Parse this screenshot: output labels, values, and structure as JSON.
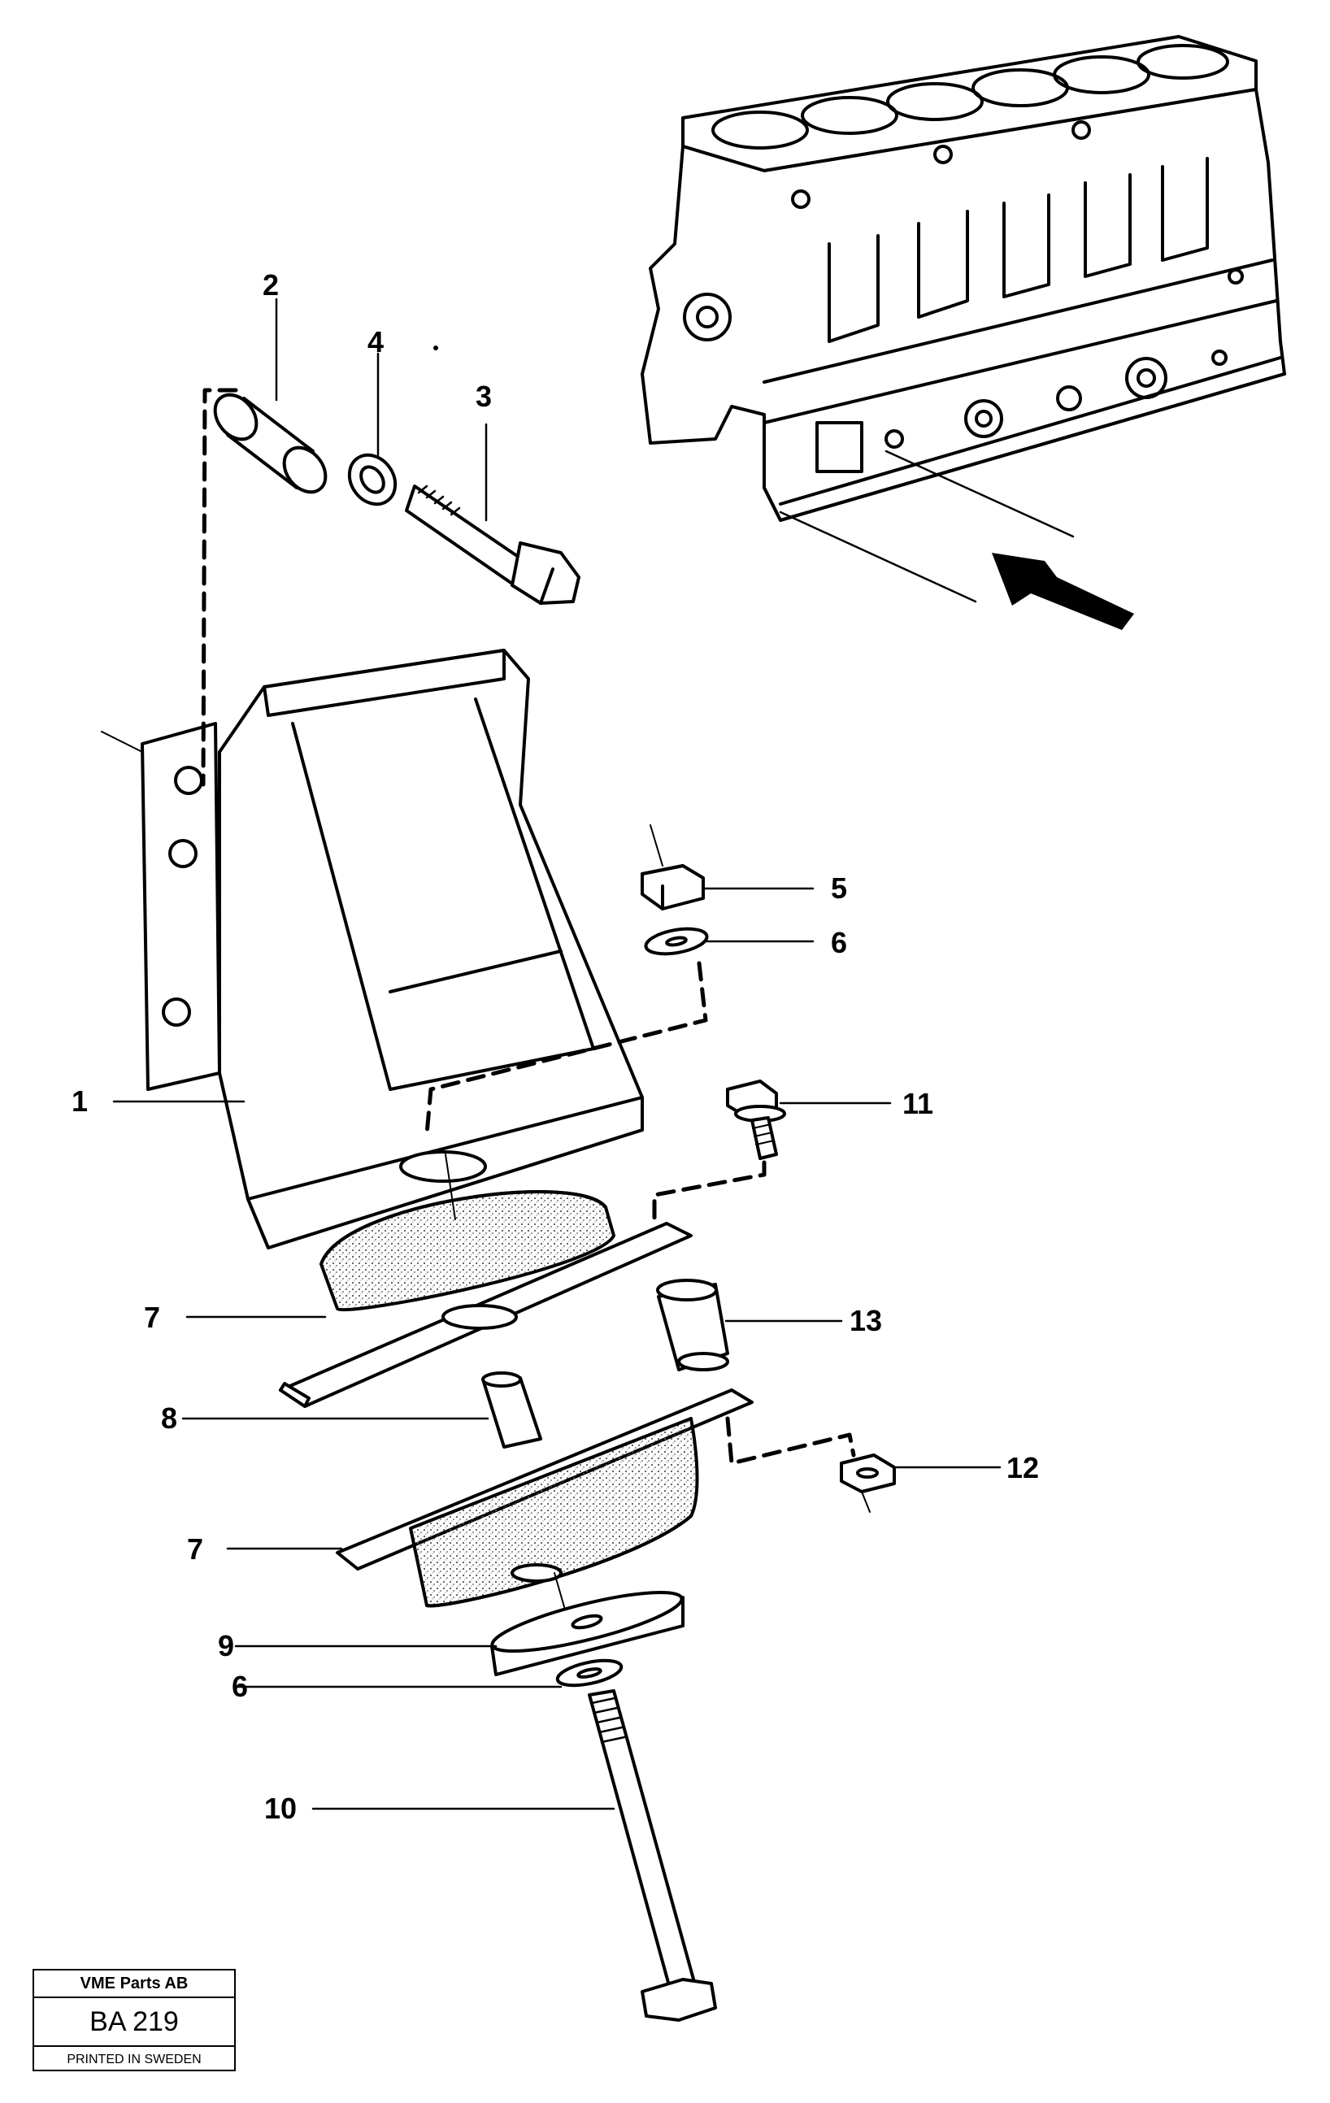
{
  "diagram": {
    "callouts": {
      "c1": "1",
      "c2": "2",
      "c3": "3",
      "c4": "4",
      "c5": "5",
      "c6a": "6",
      "c6b": "6",
      "c7a": "7",
      "c7b": "7",
      "c8": "8",
      "c9": "9",
      "c10": "10",
      "c11": "11",
      "c12": "12",
      "c13": "13"
    }
  },
  "title_block": {
    "company": "VME Parts AB",
    "code": "BA 219",
    "printed": "PRINTED IN SWEDEN"
  },
  "colors": {
    "ink": "#000000",
    "paper": "#ffffff",
    "rubber_texture": "#555555"
  }
}
